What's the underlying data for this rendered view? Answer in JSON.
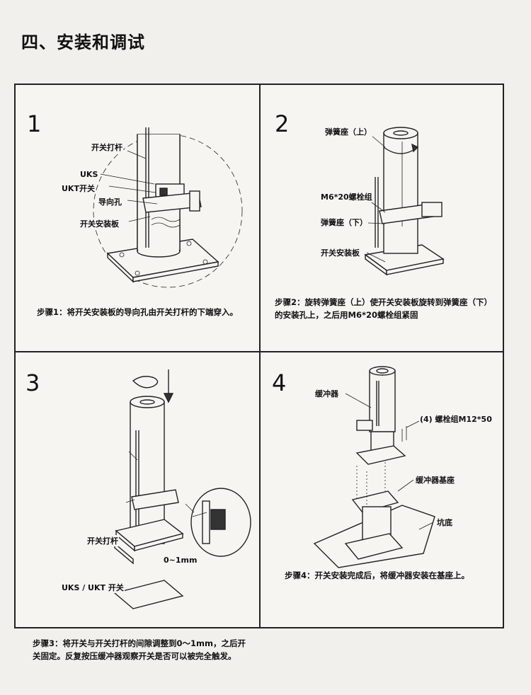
{
  "heading": "四、安装和调试",
  "panels": [
    {
      "number": "1",
      "labels": {
        "switch_lever": "开关打杆",
        "uks": "UKS",
        "ukt_switch": "UKT开关",
        "guide_hole": "导向孔",
        "switch_mount_plate": "开关安装板"
      },
      "step_prefix": "步骤1：",
      "step_text": "将开关安装板的导向孔由开关打杆的下端穿入。"
    },
    {
      "number": "2",
      "labels": {
        "spring_seat_upper": "弹簧座（上）",
        "bolt_set": "M6*20螺栓组",
        "spring_seat_lower": "弹簧座（下）",
        "switch_mount_plate": "开关安装板"
      },
      "step_prefix": "步骤2：",
      "step_text": "旋转弹簧座（上）使开关安装板旋转到弹簧座（下）的安装孔上，之后用M6*20螺栓组紧固"
    },
    {
      "number": "3",
      "labels": {
        "switch_lever": "开关打杆",
        "gap": "0~1mm",
        "uks_ukt_switch": "UKS / UKT 开关"
      },
      "step_prefix": "步骤3：",
      "step_text": "将开关与开关打杆的间隙调整到0～1mm，之后开关固定。反复按压缓冲器观察开关是否可以被完全触发。"
    },
    {
      "number": "4",
      "labels": {
        "buffer": "缓冲器",
        "bolt_set": "(4) 螺栓组M12*50",
        "buffer_base": "缓冲器基座",
        "pit_bottom": "坑底"
      },
      "step_prefix": "步骤4：",
      "step_text": "开关安装完成后，将缓冲器安装在基座上。"
    }
  ]
}
